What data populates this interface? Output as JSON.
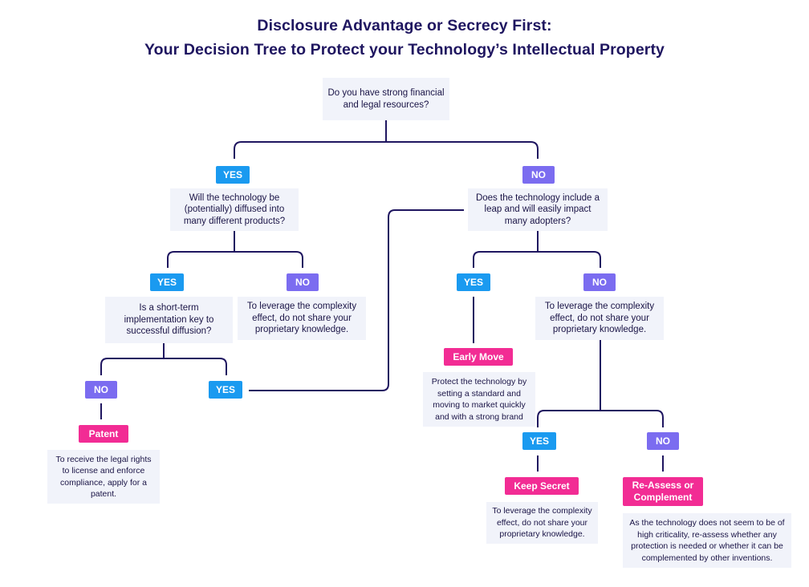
{
  "title": {
    "line1": "Disclosure Advantage or Secrecy First:",
    "line2": "Your Decision Tree to Protect your Technology’s Intellectual Property"
  },
  "colors": {
    "title": "#1f1660",
    "connector": "#1f1660",
    "yes_badge": "#1a9af0",
    "no_badge": "#7b6cf0",
    "outcome_badge": "#f22c94",
    "box_background": "#f1f3fa"
  },
  "questions": {
    "root": "Do you have strong financial and legal resources?",
    "diffused": "Will the technology be (potentially) diffused into many different products?",
    "leap": "Does the technology include a leap and will easily impact many adopters?",
    "short_term": "Is a short-term implementation key to successful diffusion?",
    "leverage_left": "To leverage the complexity effect, do not share your proprietary knowledge.",
    "leverage_right": "To leverage the complexity effect, do not share your proprietary knowledge."
  },
  "answers": {
    "yes": "YES",
    "no": "NO"
  },
  "outcomes": {
    "early_move": "Early Move",
    "patent": "Patent",
    "keep_secret": "Keep Secret",
    "reassess": "Re-Assess or Complement"
  },
  "notes": {
    "early_move": "Protect the technology by setting a standard and moving to market quickly and with a strong brand",
    "patent": "To receive the legal rights to license and enforce compliance, apply for a patent.",
    "keep_secret": "To leverage the complexity effect, do not share your proprietary knowledge.",
    "reassess": "As the technology does not seem to be of high criticality, re-assess whether any protection is needed or whether it can be complemented by other inventions."
  }
}
